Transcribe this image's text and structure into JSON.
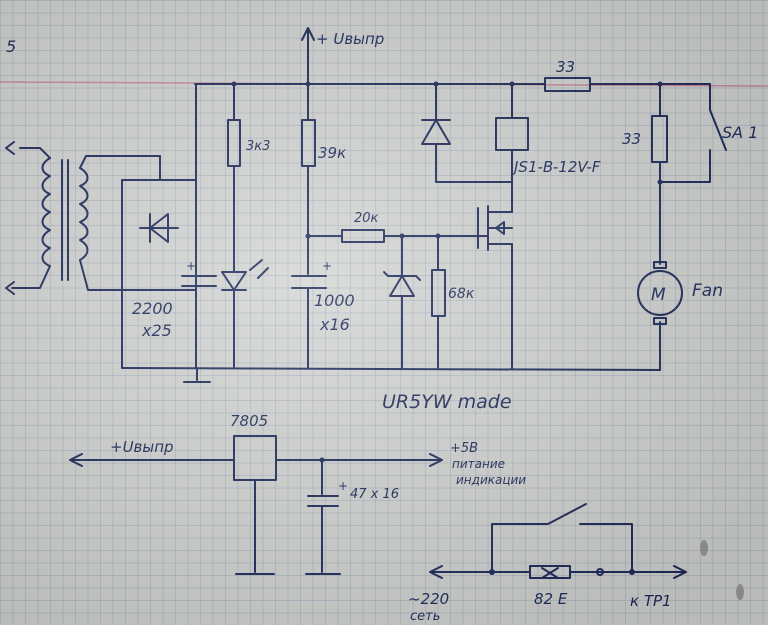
{
  "page_number": "5",
  "labels": {
    "vsupply_top": "+ Uвыпр",
    "r_3k3": "3к3",
    "r_39k": "39к",
    "r_20k": "20к",
    "r_68k": "68к",
    "r_33_top": "33",
    "r_33_right": "33",
    "relay": "JS1-B-12V-F",
    "sa1": "SA 1",
    "fan": "Fan",
    "motor": "M",
    "cap_2200_a": "2200",
    "cap_2200_b": "x25",
    "cap_1000_a": "1000",
    "cap_1000_b": "x16",
    "maker": "UR5YW made",
    "reg": "7805",
    "vsupply_bottom": "+Uвыпр",
    "out_5v_a": "+5B",
    "out_5v_b": "питание",
    "out_5v_c": "индикации",
    "cap_47": "47 x 16",
    "fuse": "82 E",
    "mains_a": "~220",
    "mains_b": "сеть",
    "tp": "к TP1"
  },
  "colors": {
    "ink": "#1d2a5a",
    "margin_line": "#c98a9a",
    "paper": "#d3d5d3"
  }
}
